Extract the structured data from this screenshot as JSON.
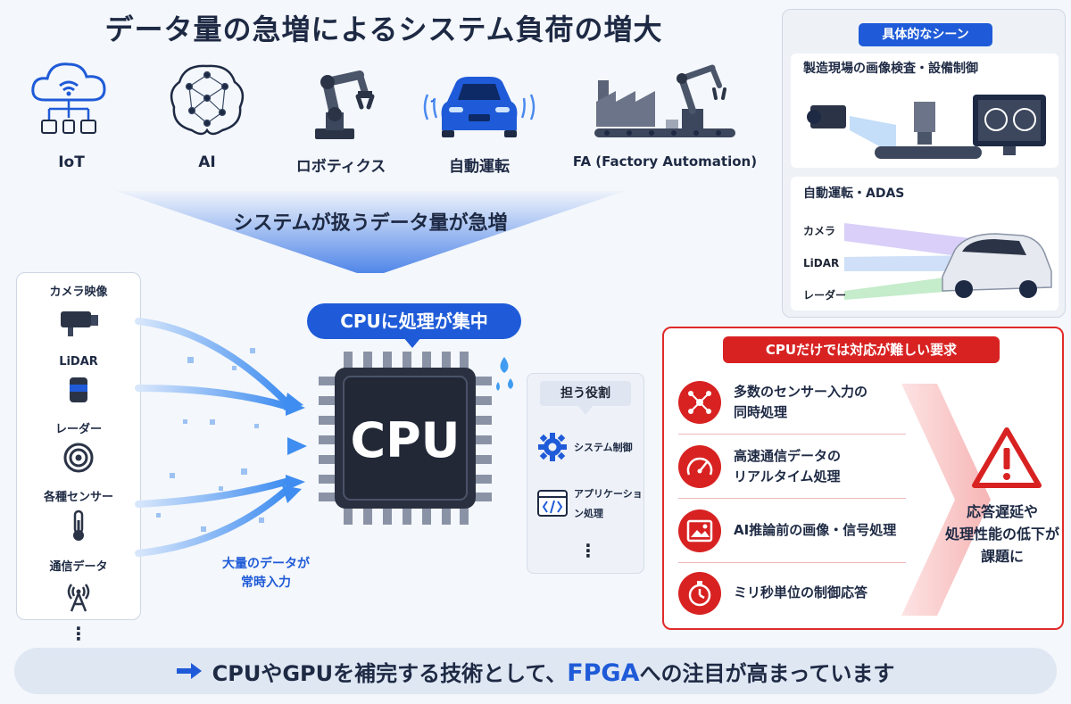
{
  "title": "データ量の急増によるシステム負荷の増大",
  "categories": [
    {
      "label": "IoT",
      "icon": "cloud-iot-icon"
    },
    {
      "label": "AI",
      "icon": "brain-network-icon"
    },
    {
      "label": "ロボティクス",
      "icon": "robot-arm-icon"
    },
    {
      "label": "自動運転",
      "icon": "car-icon"
    },
    {
      "label": "FA (Factory Automation)",
      "icon": "factory-icon"
    }
  ],
  "funnel_text": "システムが扱うデータ量が急増",
  "sources": {
    "items": [
      {
        "label": "カメラ映像",
        "icon": "camera-icon"
      },
      {
        "label": "LiDAR",
        "icon": "lidar-icon"
      },
      {
        "label": "レーダー",
        "icon": "radar-icon"
      },
      {
        "label": "各種センサー",
        "icon": "thermometer-icon"
      },
      {
        "label": "通信データ",
        "icon": "antenna-icon"
      }
    ],
    "more": "⋮"
  },
  "cpu_badge": "CPUに処理が集中",
  "cpu_label": "CPU",
  "flow_text_1": "大量のデータが",
  "flow_text_2": "常時入力",
  "roles": {
    "heading": "担う役割",
    "items": [
      {
        "label": "システム制御",
        "icon": "gear-icon"
      },
      {
        "label_1": "アプリケーショ",
        "label_2": "ン処理",
        "icon": "code-window-icon"
      }
    ],
    "more": "⋮"
  },
  "scenes": {
    "tag": "具体的なシーン",
    "manufacturing": "製造現場の画像検査・設備制御",
    "autonomous": "自動運転・ADAS",
    "sensor_labels": [
      "カメラ",
      "LiDAR",
      "レーダー"
    ]
  },
  "requirements": {
    "tag": "CPUだけでは対応が難しい要求",
    "items": [
      {
        "line1": "多数のセンサー入力の",
        "line2": "同時処理",
        "icon": "network-nodes-icon"
      },
      {
        "line1": "高速通信データの",
        "line2": "リアルタイム処理",
        "icon": "speedometer-icon"
      },
      {
        "line1": "AI推論前の画像・信号処理",
        "line2": "",
        "icon": "image-icon"
      },
      {
        "line1": "ミリ秒単位の制御応答",
        "line2": "",
        "icon": "stopwatch-icon"
      }
    ],
    "warning_1": "応答遅延や",
    "warning_2": "処理性能の低下が",
    "warning_3": "課題に"
  },
  "bottom": {
    "text_before": "CPUやGPUを補完する技術として、",
    "highlight": "FPGA",
    "text_after": "への注目が高まっています"
  },
  "colors": {
    "accent": "#1f5bd8",
    "danger": "#d82222",
    "dark": "#1e2a44"
  }
}
